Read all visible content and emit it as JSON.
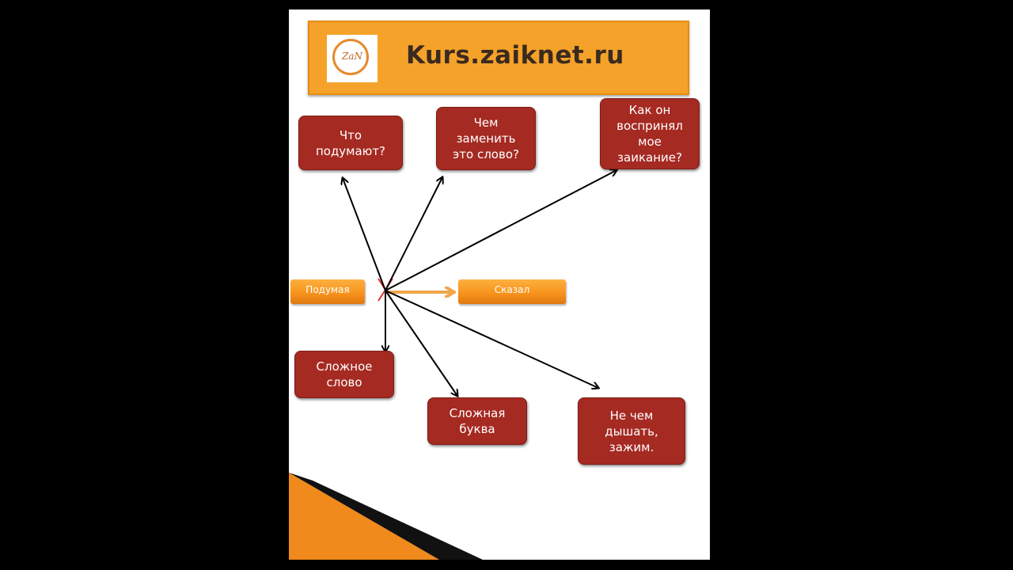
{
  "header": {
    "title": "Kurs.zaiknet.ru",
    "logo_text": "ZaN",
    "colors": {
      "header_bg": "#f5a22a",
      "box_bg": "#a52a22",
      "accent": "#f7941d"
    }
  },
  "diagram": {
    "left_stage": "Подумая",
    "right_stage": "Сказал",
    "nodes": [
      {
        "id": "n1",
        "text": "Что\nподумают?"
      },
      {
        "id": "n2",
        "text": "Чем\nзаменить\nэто слово?"
      },
      {
        "id": "n3",
        "text": "Как он\nвоспринял\nмое\nзаикание?"
      },
      {
        "id": "n4",
        "text": "Сложное\nслово"
      },
      {
        "id": "n5",
        "text": "Сложная\nбуква"
      },
      {
        "id": "n6",
        "text": "Не чем\nдышать,\nзажим."
      }
    ]
  }
}
